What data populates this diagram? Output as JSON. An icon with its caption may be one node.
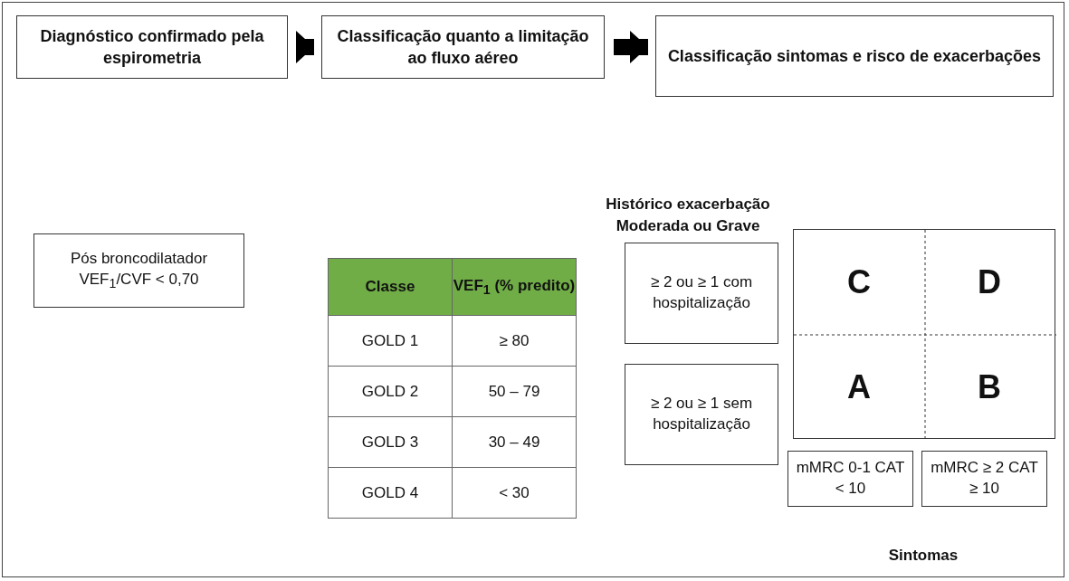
{
  "diagram": {
    "nodes": [
      {
        "text": [
          "Diagnóstico confirmado pela espirometria"
        ]
      },
      {
        "text": [
          "Classificação quanto a limitação ao fluxo aéreo"
        ]
      },
      {
        "text": [
          "Classificação sintomas e risco de exacerbações"
        ]
      },
      {
        "text": [
          "Pós broncodilatador VEF$_{1}$/CVF < 0,70"
        ]
      },
      {
        "text": [
          "≥ 2 ou ≥ 1 com hospitalização"
        ]
      },
      {
        "text": [
          "≥ 2 ou ≥ 1 sem hospitalização"
        ]
      },
      {
        "text": [],
        "shape": "box"
      },
      {
        "text": [
          "C"
        ],
        "in": 6
      },
      {
        "text": [
          "D"
        ],
        "in": 6
      },
      {
        "text": [
          "A"
        ],
        "in": 6
      },
      {
        "text": [
          "B"
        ],
        "in": 6
      },
      {
        "text": [
          "mMRC 0-1 CAT < 10"
        ]
      },
      {
        "text": [
          "mMRC ≥ 2 CAT ≥ 10"
        ]
      }
    ],
    "edges": [
      {
        "from": 0,
        "to": 1,
        "arrow": "to"
      },
      {
        "from": 1,
        "to": 2,
        "arrow": "to"
      }
    ],
    "labels": [
      "Histórico exacerbação Moderada ou Grave",
      "Classe",
      "VEF$_{1}$ (% predito)",
      "GOLD 1",
      "≥ 80",
      "GOLD 2",
      "50 – 79",
      "GOLD 3",
      "30 – 49",
      "GOLD 4",
      "< 30",
      "Sintomas"
    ]
  }
}
